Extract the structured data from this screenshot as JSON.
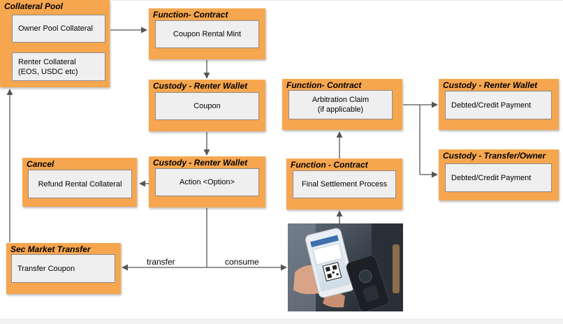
{
  "groups": {
    "collateral_pool": {
      "title": "Collateral Pool",
      "items": [
        "Owner Pool Collateral",
        "Renter Collateral\n(EOS, USDC etc)"
      ]
    },
    "function_contract_mint": {
      "title": "Function- Contract",
      "items": [
        "Coupon Rental Mint"
      ]
    },
    "custody_renter_coupon": {
      "title": "Custody - Renter Wallet",
      "items": [
        "Coupon"
      ]
    },
    "custody_renter_action": {
      "title": "Custody - Renter Wallet",
      "items": [
        "Action <Option>"
      ]
    },
    "cancel": {
      "title": "Cancel",
      "items": [
        "Refund Rental Collateral"
      ]
    },
    "sec_market_transfer": {
      "title": "Sec Market Transfer",
      "items": [
        "Transfer Coupon"
      ]
    },
    "function_contract_arbitration": {
      "title": "Function- Contract",
      "items": [
        "Arbitration Claim\n(if applicable)"
      ]
    },
    "function_contract_settlement": {
      "title": "Function - Contract",
      "items": [
        "Final Settlement Process"
      ]
    },
    "custody_renter_payment": {
      "title": "Custody - Renter Wallet",
      "items": [
        "Debted/Credit Payment"
      ]
    },
    "custody_transfer_owner": {
      "title": "Custody - Transfer/Owner",
      "items": [
        "Debted/Credit Payment"
      ]
    }
  },
  "edges": {
    "transfer_label": "transfer",
    "consume_label": "consume"
  },
  "colors": {
    "group_fill": "#f6a64e",
    "node_fill": "#efefef",
    "node_border": "#8c8c8c",
    "arrow": "#555555"
  },
  "photo": {
    "icon": "phone-nfc-reader-photo"
  }
}
